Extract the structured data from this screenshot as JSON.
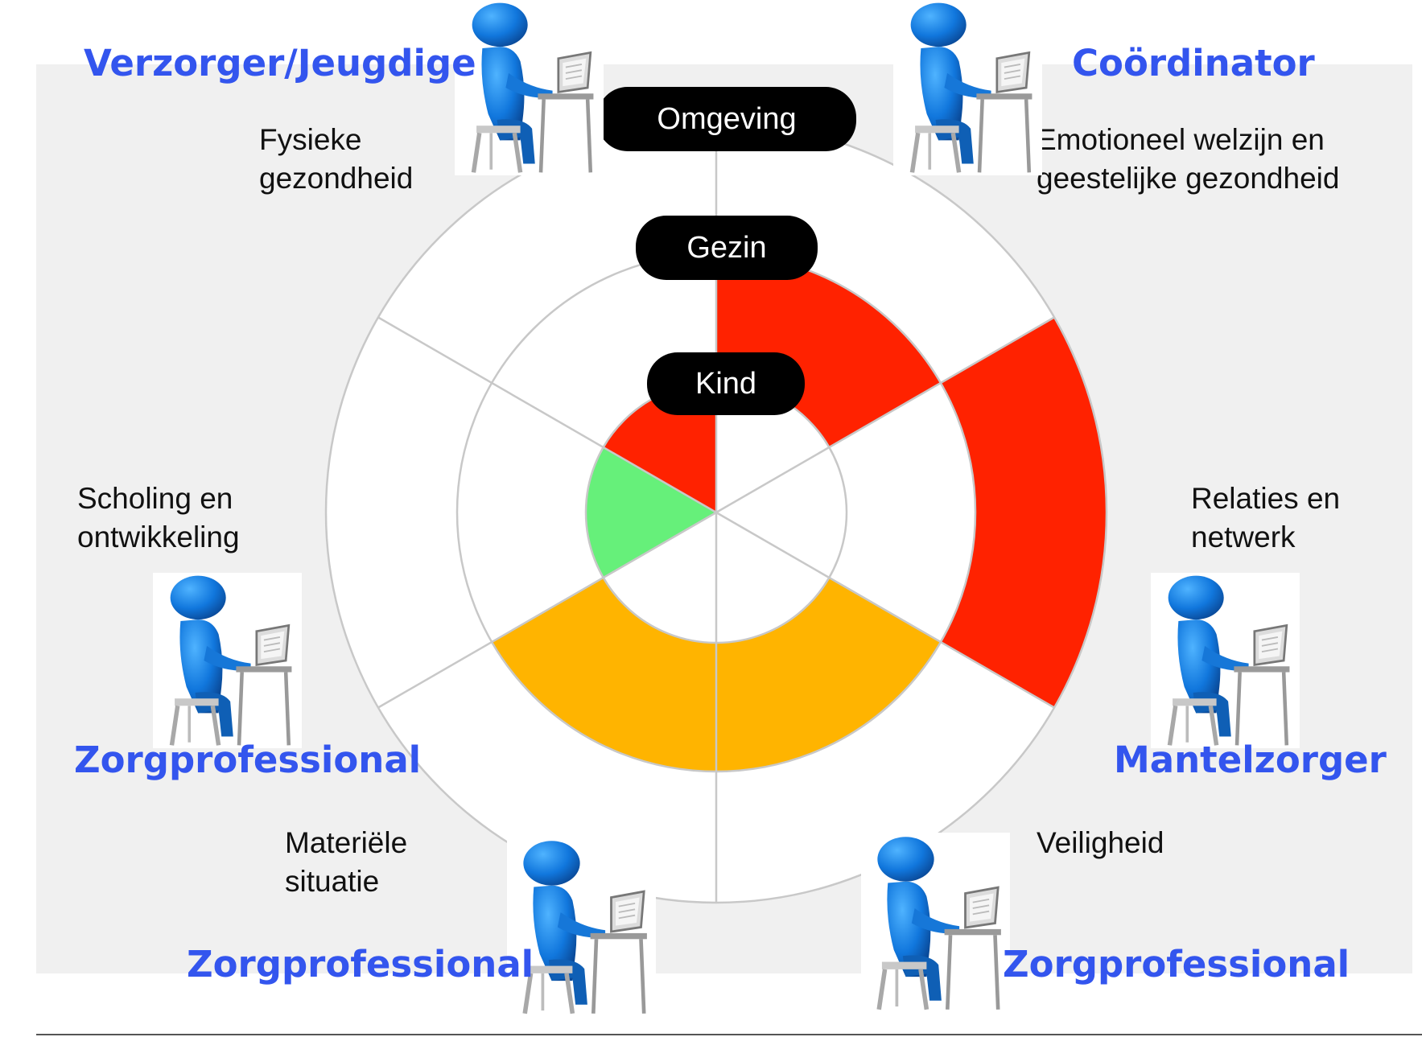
{
  "levels": {
    "outer": "Omgeving",
    "middle": "Gezin",
    "inner": "Kind"
  },
  "domains": {
    "top_left": "Fysieke\ngezondheid",
    "top_right": "Emotioneel welzijn en\ngeestelijke gezondheid",
    "right": "Relaties en\nnetwerk",
    "bottom_right": "Veiligheid",
    "bottom_left": "Materiële\nsituatie",
    "left": "Scholing en\nontwikkeling"
  },
  "roles": {
    "top_left": "Verzorger/Jeugdige",
    "top_right": "Coördinator",
    "right": "Mantelzorger",
    "bottom_right": "Zorgprofessional",
    "bottom_center": "Zorgprofessional",
    "left": "Zorgprofessional"
  },
  "wheel_segments": [
    {
      "domain": "top_right",
      "ring": "middle",
      "status": "red"
    },
    {
      "domain": "right",
      "ring": "outer",
      "status": "red"
    },
    {
      "domain": "bottom_right",
      "ring": "middle",
      "status": "orange"
    },
    {
      "domain": "bottom_left",
      "ring": "middle",
      "status": "orange"
    },
    {
      "domain": "left",
      "ring": "inner",
      "status": "green"
    },
    {
      "domain": "top_left",
      "ring": "inner",
      "status": "red"
    }
  ],
  "colors": {
    "red": "#ff2200",
    "orange": "#ffb400",
    "green": "#66f07a",
    "role_text": "#3355ee",
    "panel": "#f0f0f0",
    "ring_line": "#c8c8c8"
  },
  "icons": [
    "person-at-computer-icon"
  ]
}
